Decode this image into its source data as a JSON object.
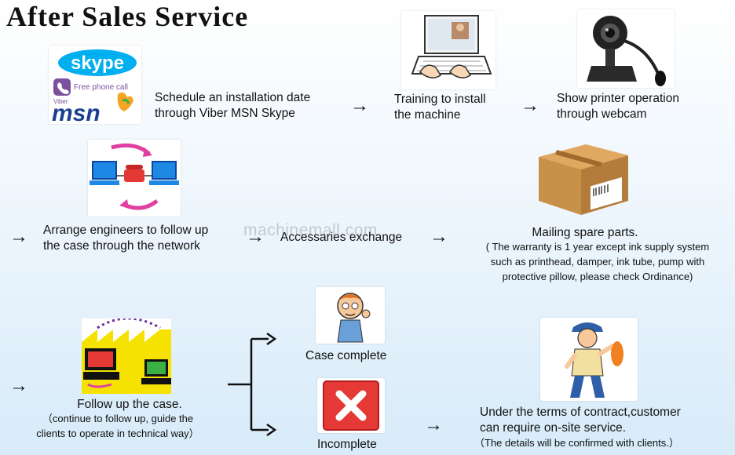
{
  "title": "After Sales Service",
  "watermark": "machinemall.com",
  "logos": {
    "skype": "skype",
    "viber": "Viber",
    "free_call": "Free phone call",
    "msn": "msn"
  },
  "steps": {
    "schedule": [
      "Schedule an installation date",
      "through Viber MSN Skype"
    ],
    "training": [
      "Training to install",
      "the machine"
    ],
    "webcam": [
      "Show printer operation",
      "through webcam"
    ],
    "arrange": [
      "Arrange engineers to follow up",
      "the case through the network"
    ],
    "accessories": "Accessaries exchange",
    "mailing": {
      "title": "Mailing spare parts.",
      "notes": [
        "( The warranty is 1 year except ink supply system",
        "such as printhead, damper, ink tube, pump with",
        "protective pillow, please check Ordinance)"
      ]
    },
    "follow": {
      "title": "Follow up the case.",
      "notes": [
        "（continue to follow up, guide the",
        "clients to operate in technical way）"
      ]
    },
    "complete": "Case complete",
    "incomplete": "Incomplete",
    "onsite": {
      "lines": [
        "Under the terms of contract,customer",
        "can require on-site service."
      ],
      "note": "（The details will be confirmed with clients.）"
    }
  },
  "arrow_glyph": "→",
  "colors": {
    "skype": "#00aff0",
    "viber": "#7b519d",
    "msn": "#1a3f8f",
    "error": "#e53935",
    "box": "#c8914a"
  }
}
